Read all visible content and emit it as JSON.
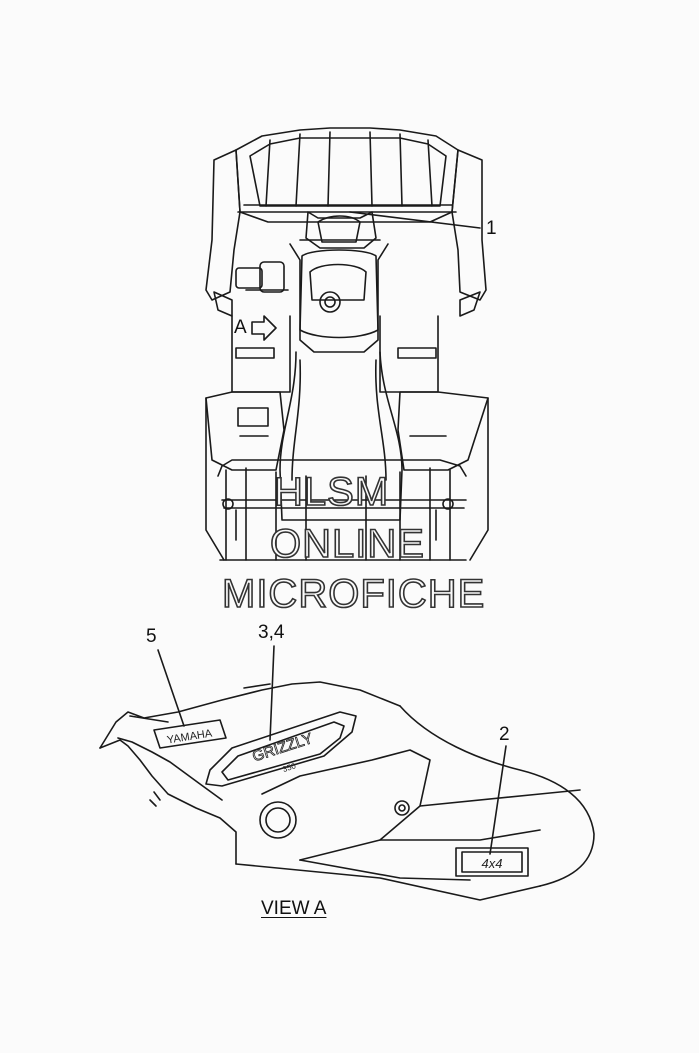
{
  "callouts": {
    "c1": "1",
    "c2": "2",
    "c34": "3,4",
    "c5": "5",
    "arrow_label": "A"
  },
  "view_label": "VIEW A",
  "watermark": {
    "line1": "HLSM",
    "line2": "ONLINE",
    "line3": "MICROFICHE"
  },
  "decals": {
    "yamaha": "YAMAHA",
    "grizzly": "GRIZZLY",
    "grizzly_model": "350",
    "four_by_four": "4x4"
  }
}
